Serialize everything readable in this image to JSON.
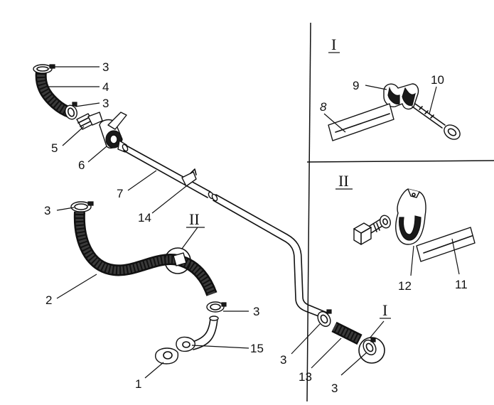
{
  "callouts": [
    {
      "id": "c3a",
      "text": "3"
    },
    {
      "id": "c4",
      "text": "4"
    },
    {
      "id": "c3b",
      "text": "3"
    },
    {
      "id": "c5",
      "text": "5"
    },
    {
      "id": "c6",
      "text": "6"
    },
    {
      "id": "c7",
      "text": "7"
    },
    {
      "id": "c14",
      "text": "14"
    },
    {
      "id": "c3c",
      "text": "3"
    },
    {
      "id": "c2",
      "text": "2"
    },
    {
      "id": "c3d",
      "text": "3"
    },
    {
      "id": "c15",
      "text": "15"
    },
    {
      "id": "c1",
      "text": "1"
    },
    {
      "id": "c3e",
      "text": "3"
    },
    {
      "id": "c13",
      "text": "13"
    },
    {
      "id": "c3f",
      "text": "3"
    },
    {
      "id": "c9",
      "text": "9"
    },
    {
      "id": "c10",
      "text": "10"
    },
    {
      "id": "c8",
      "text": "8"
    },
    {
      "id": "c12",
      "text": "12"
    },
    {
      "id": "c11",
      "text": "11"
    }
  ],
  "views": {
    "view1_mark": "I",
    "view2_mark": "II",
    "detail_mark_pipe": "II",
    "detail_mark_hose": "I"
  }
}
